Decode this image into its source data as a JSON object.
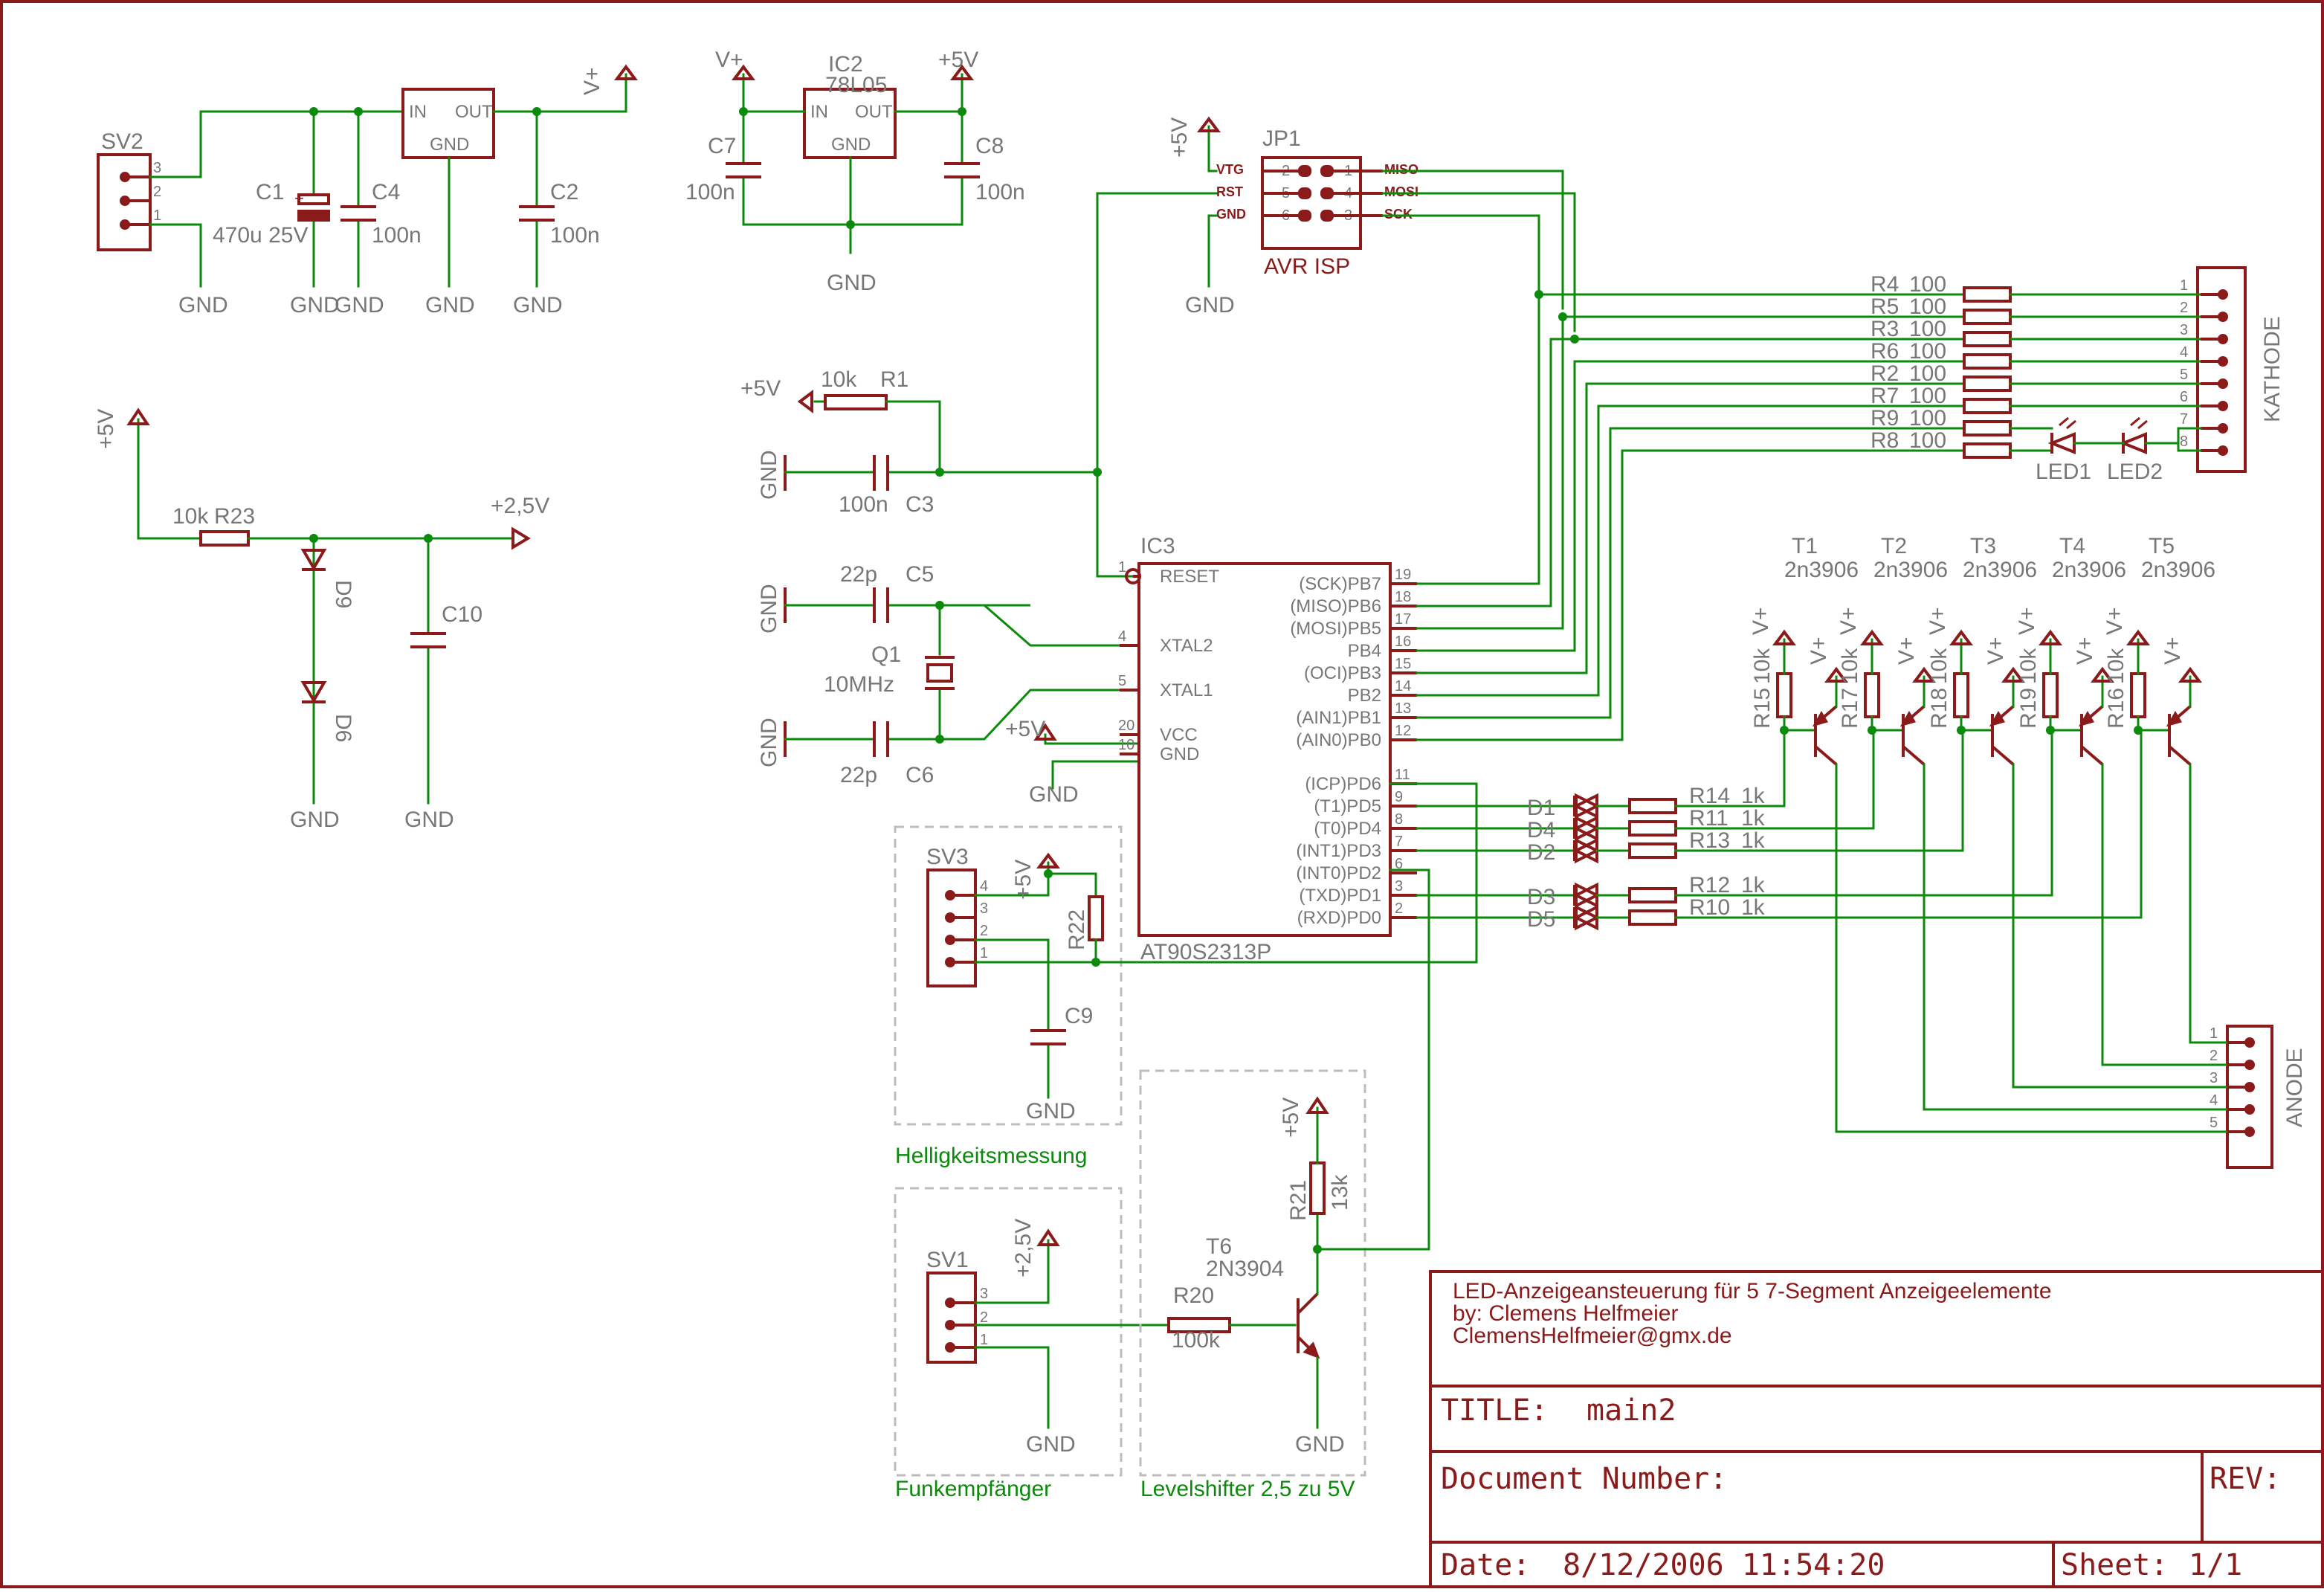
{
  "title_block": {
    "description_line1": "LED-Anzeigeansteuerung für 5 7-Segment Anzeigeelemente",
    "description_line2": "by: Clemens Helfmeier",
    "description_line3": "ClemensHelfmeier@gmx.de",
    "title_label": "TITLE:",
    "title_value": "main2",
    "document_number_label": "Document Number:",
    "rev_label": "REV:",
    "date_label": "Date:",
    "date_value": "8/12/2006 11:54:20",
    "sheet_label": "Sheet:",
    "sheet_value": "1/1"
  },
  "nets": {
    "gnd": "GND",
    "vplus": "V+",
    "plus5v": "+5V",
    "plus2v5": "+2,5V"
  },
  "sv2": {
    "name": "SV2",
    "pins": [
      "3",
      "2",
      "1"
    ]
  },
  "c1": {
    "name": "C1",
    "value": "470u 25V",
    "pol": "+"
  },
  "c4": {
    "name": "C4",
    "value": "100n"
  },
  "c2": {
    "name": "C2",
    "value": "100n"
  },
  "reg1": {
    "in": "IN",
    "out": "OUT",
    "gnd": "GND"
  },
  "ic2": {
    "name": "IC2",
    "value": "78L05",
    "in": "IN",
    "out": "OUT",
    "gnd": "GND"
  },
  "c7": {
    "name": "C7",
    "value": "100n"
  },
  "c8": {
    "name": "C8",
    "value": "100n"
  },
  "jp1": {
    "name": "JP1",
    "value": "AVR ISP",
    "left_labels": [
      "VTG",
      "RST",
      "GND"
    ],
    "right_labels": [
      "MISO",
      "MOSI",
      "SCK"
    ],
    "left_pins": [
      "2",
      "5",
      "6"
    ],
    "right_pins": [
      "1",
      "4",
      "3"
    ]
  },
  "r1": {
    "name": "R1",
    "value": "10k"
  },
  "c3": {
    "name": "C3",
    "value": "100n"
  },
  "r23": {
    "name": "R23",
    "value": "10k"
  },
  "d9": {
    "name": "D9"
  },
  "d6": {
    "name": "D6"
  },
  "c10": {
    "name": "C10"
  },
  "c5": {
    "name": "C5",
    "value": "22p"
  },
  "c6": {
    "name": "C6",
    "value": "22p"
  },
  "q1": {
    "name": "Q1",
    "value": "10MHz"
  },
  "ic3": {
    "name": "IC3",
    "value": "AT90S2313P",
    "pins_left": [
      {
        "num": "1",
        "label": "RESET"
      },
      {
        "num": "4",
        "label": "XTAL2"
      },
      {
        "num": "5",
        "label": "XTAL1"
      },
      {
        "num": "20",
        "label": "VCC"
      },
      {
        "num": "10",
        "label": "GND"
      }
    ],
    "pins_right": [
      {
        "num": "19",
        "label": "(SCK)PB7"
      },
      {
        "num": "18",
        "label": "(MISO)PB6"
      },
      {
        "num": "17",
        "label": "(MOSI)PB5"
      },
      {
        "num": "16",
        "label": "PB4"
      },
      {
        "num": "15",
        "label": "(OCI)PB3"
      },
      {
        "num": "14",
        "label": "PB2"
      },
      {
        "num": "13",
        "label": "(AIN1)PB1"
      },
      {
        "num": "12",
        "label": "(AIN0)PB0"
      },
      {
        "num": "11",
        "label": "(ICP)PD6"
      },
      {
        "num": "9",
        "label": "(T1)PD5"
      },
      {
        "num": "8",
        "label": "(T0)PD4"
      },
      {
        "num": "7",
        "label": "(INT1)PD3"
      },
      {
        "num": "6",
        "label": "(INT0)PD2"
      },
      {
        "num": "3",
        "label": "(TXD)PD1"
      },
      {
        "num": "2",
        "label": "(RXD)PD0"
      }
    ]
  },
  "kathode": {
    "name": "KATHODE",
    "resistors": [
      {
        "ref": "R4",
        "value": "100"
      },
      {
        "ref": "R5",
        "value": "100"
      },
      {
        "ref": "R3",
        "value": "100"
      },
      {
        "ref": "R6",
        "value": "100"
      },
      {
        "ref": "R2",
        "value": "100"
      },
      {
        "ref": "R7",
        "value": "100"
      },
      {
        "ref": "R9",
        "value": "100"
      },
      {
        "ref": "R8",
        "value": "100"
      }
    ],
    "pins": [
      "1",
      "2",
      "3",
      "4",
      "5",
      "6",
      "7",
      "8"
    ],
    "leds": [
      "LED1",
      "LED2"
    ]
  },
  "transistors": [
    {
      "name": "T1",
      "value": "2n3906",
      "base_res": "R15",
      "base_res_value": "10k"
    },
    {
      "name": "T2",
      "value": "2n3906",
      "base_res": "R17",
      "base_res_value": "10k"
    },
    {
      "name": "T3",
      "value": "2n3906",
      "base_res": "R18",
      "base_res_value": "10k"
    },
    {
      "name": "T4",
      "value": "2n3906",
      "base_res": "R19",
      "base_res_value": "10k"
    },
    {
      "name": "T5",
      "value": "2n3906",
      "base_res": "R16",
      "base_res_value": "10k"
    }
  ],
  "drivers": [
    {
      "diode": "D1",
      "res": "R14",
      "value": "1k"
    },
    {
      "diode": "D4",
      "res": "R11",
      "value": "1k"
    },
    {
      "diode": "D2",
      "res": "R13",
      "value": "1k"
    },
    {
      "diode": "D3",
      "res": "R12",
      "value": "1k"
    },
    {
      "diode": "D5",
      "res": "R10",
      "value": "1k"
    }
  ],
  "anode": {
    "name": "ANODE",
    "pins": [
      "1",
      "2",
      "3",
      "4",
      "5"
    ]
  },
  "sv3": {
    "name": "SV3",
    "pins": [
      "4",
      "3",
      "2",
      "1"
    ]
  },
  "r22": {
    "name": "R22"
  },
  "c9": {
    "name": "C9"
  },
  "group_brightness": "Helligkeitsmessung",
  "sv1": {
    "name": "SV1",
    "pins": [
      "3",
      "2",
      "1"
    ]
  },
  "group_receiver": "Funkempfänger",
  "r20": {
    "name": "R20",
    "value": "100k"
  },
  "t6": {
    "name": "T6",
    "value": "2N3904"
  },
  "r21": {
    "name": "R21",
    "value": "13k"
  },
  "group_levelshifter": "Levelshifter 2,5 zu 5V"
}
